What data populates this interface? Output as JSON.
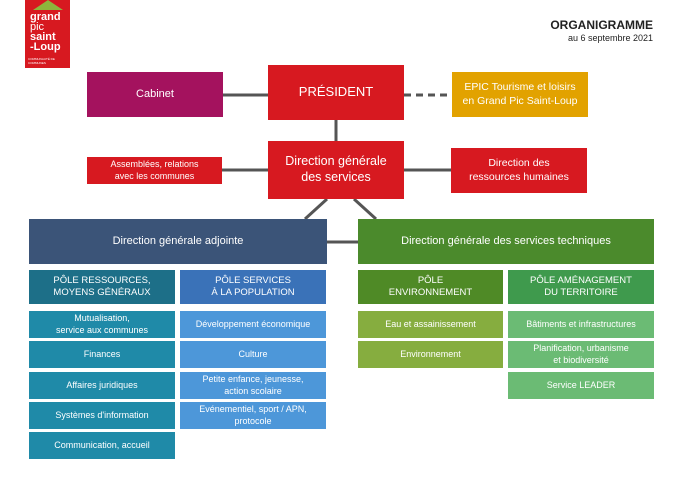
{
  "header": {
    "title": "ORGANIGRAMME",
    "date": "au 6 septembre 2021"
  },
  "logo": {
    "line1": "grand",
    "line2": "pic",
    "line3": "saint",
    "line4": "-Loup",
    "tagline": "COMMUNAUTÉ DE COMMUNES"
  },
  "top": {
    "cabinet": "Cabinet",
    "president": "PRÉSIDENT",
    "epic": "EPIC Tourisme et loisirs\nen Grand Pic Saint-Loup",
    "assemblees": "Assemblées, relations\navec les communes",
    "dgs": "Direction générale\ndes services",
    "drh": "Direction des\nressources humaines"
  },
  "dga": {
    "title": "Direction générale adjointe",
    "pole_ressources": {
      "title": "PÔLE RESSOURCES,\nMOYENS GÉNÉRAUX",
      "items": [
        "Mutualisation,\nservice aux communes",
        "Finances",
        "Affaires juridiques",
        "Systèmes d'information",
        "Communication, accueil"
      ]
    },
    "pole_population": {
      "title": "PÔLE SERVICES\nÀ LA POPULATION",
      "items": [
        "Développement économique",
        "Culture",
        "Petite enfance, jeunesse,\naction scolaire",
        "Evénementiel, sport / APN,\nprotocole"
      ]
    }
  },
  "dgst": {
    "title": "Direction générale des services techniques",
    "pole_environnement": {
      "title": "PÔLE\nENVIRONNEMENT",
      "items": [
        "Eau et assainissement",
        "Environnement"
      ]
    },
    "pole_amenagement": {
      "title": "PÔLE AMÉNAGEMENT\nDU TERRITOIRE",
      "items": [
        "Bâtiments et infrastructures",
        "Planification, urbanisme\net biodiversité",
        "Service LEADER"
      ]
    }
  },
  "colors": {
    "red": "#d71920",
    "magenta": "#a4125e",
    "gold": "#e2a200",
    "navy": "#3b5478",
    "teal_dark": "#1d6f88",
    "teal": "#1f8aa8",
    "blue_dark": "#3a72b8",
    "blue": "#4d97d9",
    "green_dark": "#4b8a2c",
    "olive": "#6b9a2c",
    "olive_light": "#86ad3f",
    "green_mid": "#3f9a4d",
    "green_light": "#6bbb74",
    "connector": "#555555"
  }
}
